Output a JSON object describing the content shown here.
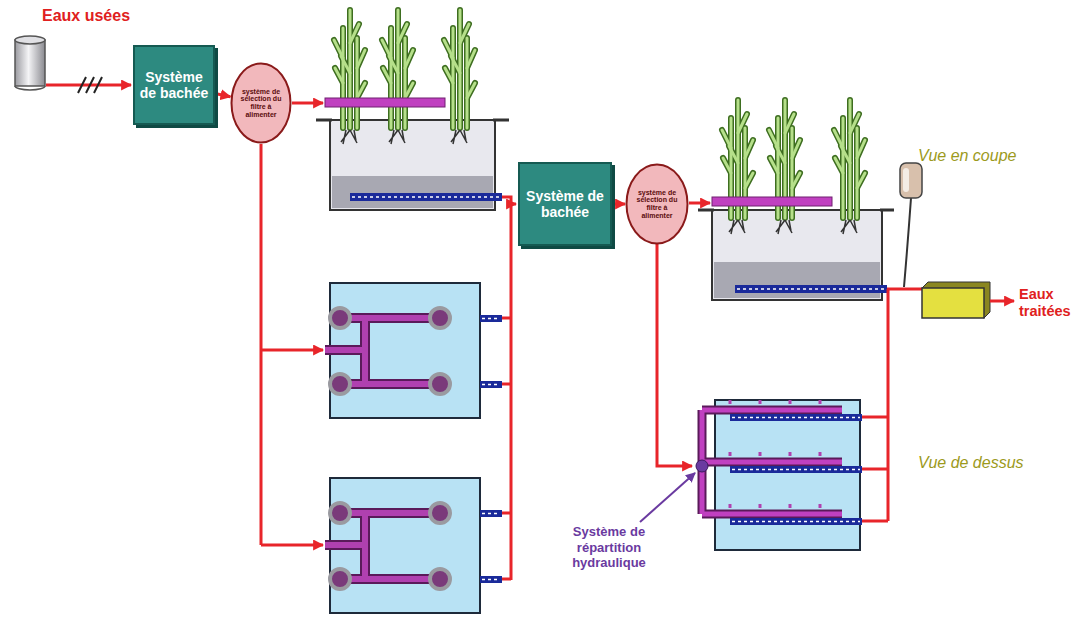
{
  "diagram": {
    "nodes": [
      {
        "text": [
          "Système de bachée"
        ]
      },
      {
        "text": [
          "système de sélection du filtre à alimenter"
        ]
      },
      {
        "text": [
          "Système de bachée"
        ]
      },
      {
        "text": [
          "système de sélection du filtre à alimenter"
        ]
      }
    ],
    "edges": [
      {
        "from": 0,
        "to": 1,
        "arrow": "to"
      },
      {
        "from": 2,
        "to": 3,
        "arrow": "to"
      }
    ],
    "labels": [
      "Eaux usées",
      "Eaux traitées",
      "Vue en coupe",
      "Vue de dessus",
      "Système de répartition hydraulique"
    ]
  }
}
